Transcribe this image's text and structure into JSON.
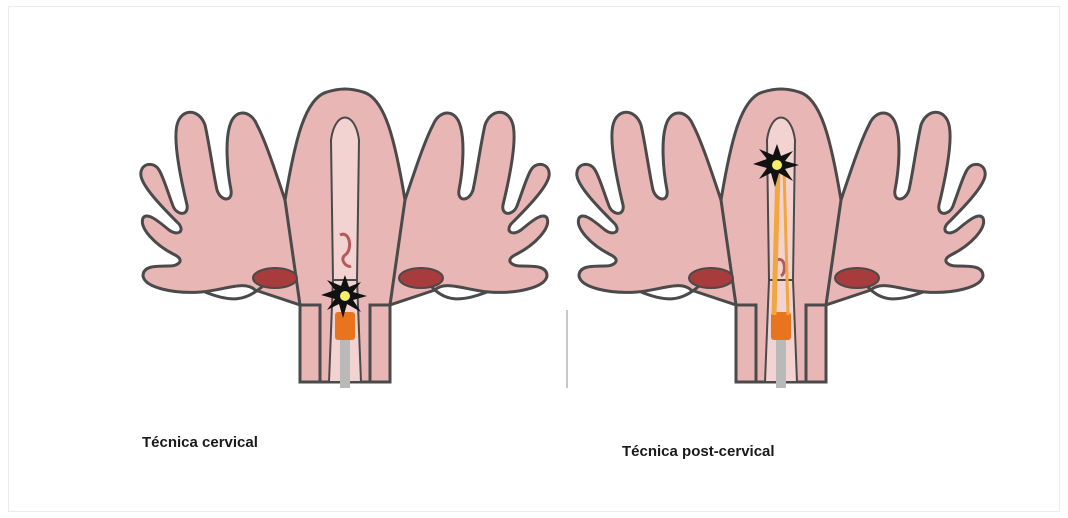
{
  "captions": {
    "left": "Técnica cervical",
    "right": "Técnica post-cervical"
  },
  "colors": {
    "uterus_fill": "#e9b6b6",
    "outline": "#4a4a4a",
    "ovary": "#a83c3c",
    "device": "#e8741e",
    "fiber": "#f2a640",
    "speculum_rod": "#b9b9b9",
    "blast": "#111111",
    "blast_core": "#f5f06a"
  },
  "icons": {
    "left": "uterus-cervical-technique-illustration",
    "right": "uterus-post-cervical-technique-illustration"
  }
}
